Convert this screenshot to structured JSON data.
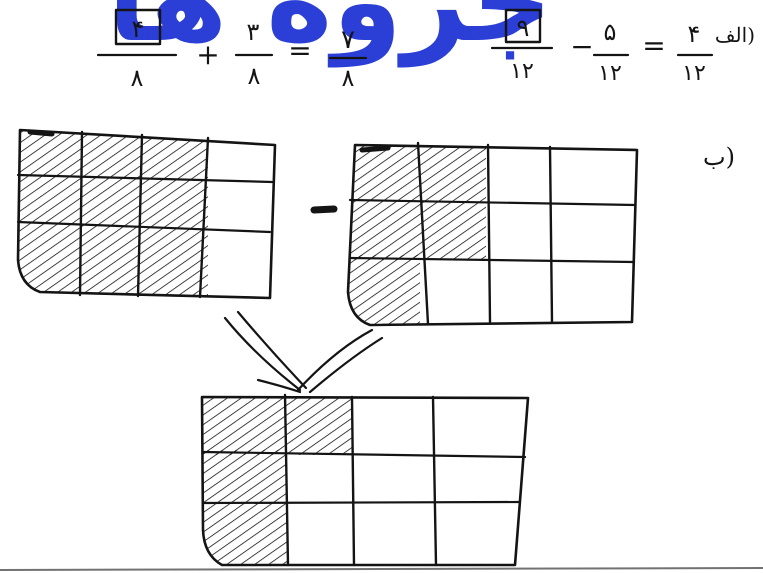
{
  "watermark": {
    "text": "جزوه ها",
    "color": "#2b3fd6"
  },
  "part_a": {
    "label": "الف)",
    "equation": {
      "terms": [
        {
          "numerator": "۴",
          "denominator": "۱۲"
        },
        {
          "numerator": "۵",
          "denominator": "۱۲"
        },
        {
          "numerator": "۹",
          "denominator": "۱۲",
          "boxed": true
        }
      ],
      "operators": [
        "=",
        "−"
      ]
    }
  },
  "part_b": {
    "label": "ب)",
    "equation": {
      "terms": [
        {
          "numerator": "۷",
          "denominator": "۸"
        },
        {
          "numerator": "۳",
          "denominator": "۸"
        },
        {
          "numerator": "۴",
          "denominator": "۸",
          "boxed": true
        }
      ],
      "operators": [
        "=",
        "+"
      ]
    },
    "minus_sign": "−"
  },
  "grids": [
    {
      "id": "left-grid",
      "rows": 3,
      "cols": 4,
      "shaded_cells": 9
    },
    {
      "id": "right-grid",
      "rows": 3,
      "cols": 4,
      "shaded_cells": 5
    },
    {
      "id": "result-grid",
      "rows": 3,
      "cols": 4,
      "shaded_cells": 4
    }
  ],
  "colors": {
    "ink": "#141414",
    "watermark": "#2b3fd6"
  }
}
